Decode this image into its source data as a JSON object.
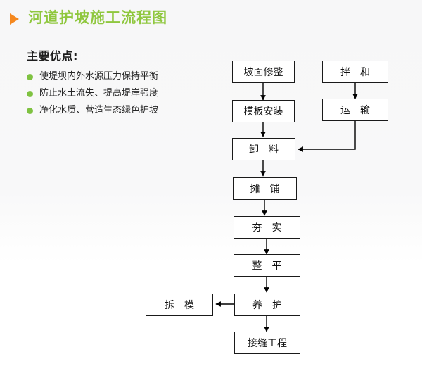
{
  "header": {
    "marker_icon": "play-triangle-icon",
    "title": "河道护坡施工流程图",
    "title_color": "#8fc73e",
    "marker_color": "#f5881f"
  },
  "benefits": {
    "heading": "主要优点:",
    "bullet_color": "#7fc241",
    "items": [
      {
        "text": "使堤坝内外水源压力保持平衡"
      },
      {
        "text": "防止水土流失、提高堤岸强度"
      },
      {
        "text": "净化水质、营造生态绿色护坡"
      }
    ]
  },
  "flowchart": {
    "title": "河道护坡施工流程图",
    "node_border_color": "#1a1a1a",
    "node_fill_color": "#ffffff",
    "connector_color": "#000000",
    "nodes": [
      {
        "id": "slope-trim",
        "label": "坡面修整",
        "column": "main",
        "order": 1
      },
      {
        "id": "formwork",
        "label": "模板安装",
        "column": "main",
        "order": 2
      },
      {
        "id": "unload",
        "label": "卸　料",
        "column": "main",
        "order": 3
      },
      {
        "id": "spread",
        "label": "摊　铺",
        "column": "main",
        "order": 4
      },
      {
        "id": "compact",
        "label": "夯　实",
        "column": "main",
        "order": 5
      },
      {
        "id": "level",
        "label": "整　平",
        "column": "main",
        "order": 6
      },
      {
        "id": "curing",
        "label": "养　护",
        "column": "main",
        "order": 7
      },
      {
        "id": "joint-work",
        "label": "接缝工程",
        "column": "main",
        "order": 8
      },
      {
        "id": "mixing",
        "label": "拌　和",
        "column": "right",
        "order": 1
      },
      {
        "id": "transport",
        "label": "运　输",
        "column": "right",
        "order": 2
      },
      {
        "id": "strip-formwork",
        "label": "拆　模",
        "column": "left",
        "order": 1
      }
    ],
    "edges": [
      {
        "from": "slope-trim",
        "to": "formwork",
        "type": "straight-down"
      },
      {
        "from": "formwork",
        "to": "unload",
        "type": "straight-down"
      },
      {
        "from": "unload",
        "to": "spread",
        "type": "straight-down"
      },
      {
        "from": "spread",
        "to": "compact",
        "type": "straight-down"
      },
      {
        "from": "compact",
        "to": "level",
        "type": "straight-down"
      },
      {
        "from": "level",
        "to": "curing",
        "type": "straight-down"
      },
      {
        "from": "curing",
        "to": "joint-work",
        "type": "straight-down"
      },
      {
        "from": "mixing",
        "to": "transport",
        "type": "straight-down"
      },
      {
        "from": "transport",
        "to": "unload",
        "type": "elbow-down-left"
      },
      {
        "from": "curing",
        "to": "strip-formwork",
        "type": "straight-left"
      }
    ]
  }
}
